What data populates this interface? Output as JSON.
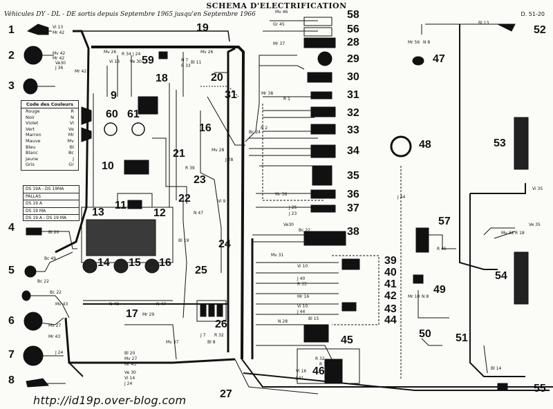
{
  "header": {
    "title": "SCHEMA D'ELECTRIFICATION",
    "subtitle": "Véhicules DY - DL - DE   sortis depuis Septembre 1965 jusqu'en Septembre 1966",
    "ref": "D. 51-20"
  },
  "legend": {
    "title": "Code des Couleurs",
    "rows": [
      {
        "name": "Rouge",
        "code": "R"
      },
      {
        "name": "Noir",
        "code": "N"
      },
      {
        "name": "Violet",
        "code": "Vi"
      },
      {
        "name": "Vert",
        "code": "Ve"
      },
      {
        "name": "Marron",
        "code": "Mr"
      },
      {
        "name": "Mauve",
        "code": "Mv"
      },
      {
        "name": "Bleu",
        "code": "Bl"
      },
      {
        "name": "Blanc",
        "code": "Bc"
      },
      {
        "name": "Jaune",
        "code": "J"
      },
      {
        "name": "Gris",
        "code": "Gr"
      }
    ]
  },
  "models": [
    "DS 19A - DS 19MA",
    "PALLAS",
    "DS 19 A",
    "DS 19 MA",
    "DS 19 A - DS 19 MA"
  ],
  "callouts": {
    "left": [
      "1",
      "2",
      "3",
      "4",
      "5",
      "6",
      "7",
      "8"
    ],
    "right": [
      "58",
      "56",
      "28",
      "29",
      "30",
      "31",
      "32",
      "33",
      "34",
      "35",
      "36",
      "37",
      "38",
      "39",
      "40",
      "41",
      "42",
      "43",
      "44",
      "45",
      "46"
    ],
    "far_right": [
      "52",
      "47",
      "48",
      "53",
      "57",
      "54",
      "49",
      "50",
      "51",
      "55"
    ],
    "center": [
      "9",
      "10",
      "11",
      "12",
      "13",
      "14",
      "15",
      "16",
      "17",
      "18",
      "19",
      "20",
      "21",
      "22",
      "23",
      "24",
      "25",
      "26",
      "27",
      "59",
      "60",
      "61",
      "16",
      "31"
    ]
  },
  "wire_labels": [
    "Vi 13",
    "Mr 42",
    "Mv 42",
    "Mr 42",
    "Ve30",
    "J 36",
    "Mv 26",
    "Mr 42",
    "Mv 26",
    "R 34",
    "J 24",
    "Ve 30",
    "Vi 13",
    "Mv 46",
    "Gr 45",
    "Mr 37",
    "N 7",
    "R 33",
    "Bl 11",
    "Mr 38",
    "R 1",
    "Bc 24",
    "N 2",
    "R 39",
    "Mv 28",
    "J 28",
    "Bl 20",
    "Bc 49",
    "Bc 22",
    "Mv 43",
    "Mv 27",
    "Mr 43",
    "J 24",
    "Bc 22",
    "N 48",
    "N 47",
    "Mr 29",
    "J 7",
    "Bl 8",
    "R 32",
    "Mv 37",
    "Bl 20",
    "Mv 27",
    "Mr 43",
    "Ve 30",
    "Vi 14",
    "J 24",
    "Bl 19",
    "N 47",
    "Vi 9",
    "Ve 35",
    "Mv 32",
    "R 18",
    "Vi 35",
    "R 45",
    "Mr 56",
    "N 8",
    "Bl 13",
    "Bl 14",
    "J 44",
    "Mr 10",
    "N 8",
    "Ve30",
    "J 25",
    "J 23",
    "Mv 31",
    "Bc 22",
    "Mr 36",
    "Vi 10",
    "J 40",
    "R 33",
    "Mr 16",
    "Vi 10",
    "J 44",
    "N 28",
    "Bl 15",
    "R 32",
    "R 33",
    "Vi 16",
    "J 41"
  ],
  "footer": "http://id19p.over-blog.com"
}
